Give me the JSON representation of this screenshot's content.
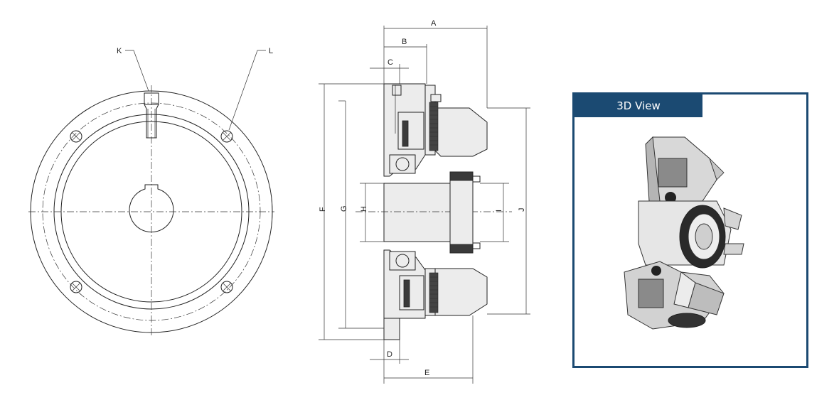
{
  "front_view": {
    "callouts": [
      "K",
      "L"
    ]
  },
  "section_view": {
    "dimensions": [
      "A",
      "B",
      "C",
      "D",
      "E",
      "F",
      "G",
      "H",
      "I",
      "J"
    ]
  },
  "render_panel": {
    "title": "3D View",
    "accent_color": "#1b4a72"
  }
}
